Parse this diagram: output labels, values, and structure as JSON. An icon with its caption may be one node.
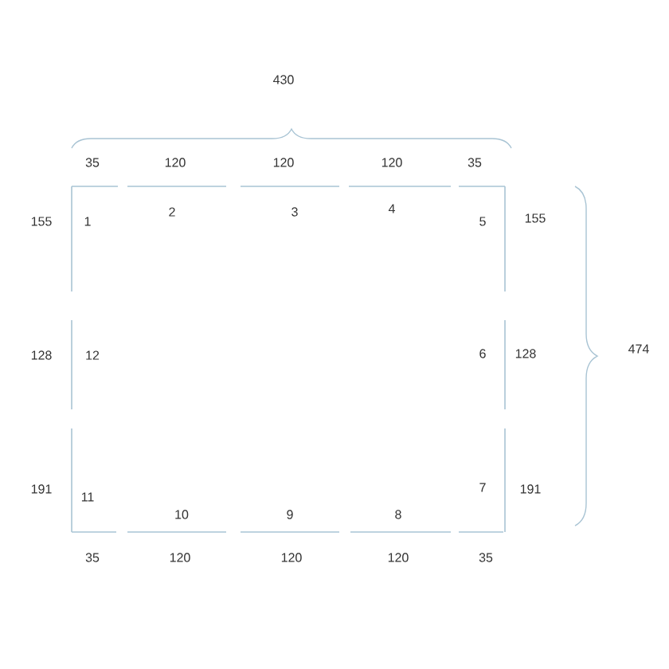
{
  "diagram": {
    "labels": [
      "430",
      "35",
      "120",
      "120",
      "120",
      "35",
      "155",
      "1",
      "2",
      "3",
      "4",
      "5",
      "155",
      "128",
      "12",
      "6",
      "128",
      "474",
      "191",
      "11",
      "7",
      "191",
      "10",
      "9",
      "8",
      "35",
      "120",
      "120",
      "120",
      "35"
    ]
  }
}
